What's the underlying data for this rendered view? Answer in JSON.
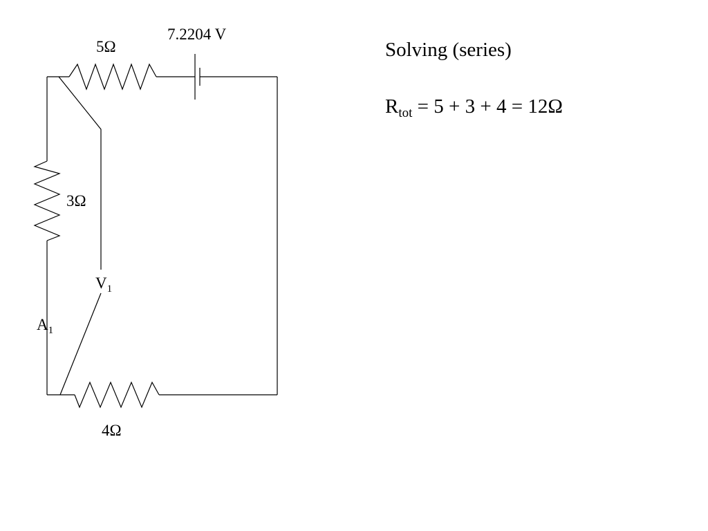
{
  "circuit": {
    "battery_label": "7.2204 V",
    "resistor_top_label": "5Ω",
    "resistor_left_label": "3Ω",
    "resistor_bottom_label": "4Ω",
    "voltmeter_label_main": "V",
    "voltmeter_label_sub": "1",
    "ammeter_label_main": "A",
    "ammeter_label_sub": "1"
  },
  "solution": {
    "heading": "Solving (series)",
    "equation_main": "R",
    "equation_sub": "tot",
    "equation_rest": " = 5 + 3 + 4 = 12Ω"
  }
}
